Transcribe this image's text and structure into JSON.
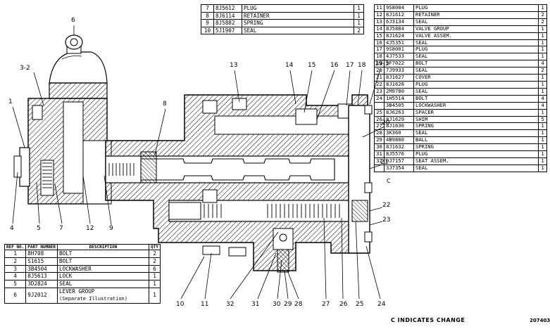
{
  "top_table": [
    {
      "ref": "7",
      "part": "8J5612",
      "desc": "PLUG",
      "qty": "1"
    },
    {
      "ref": "8",
      "part": "8J6114",
      "desc": "RETAINER",
      "qty": "1"
    },
    {
      "ref": "9",
      "part": "8J5882",
      "desc": "SPRING",
      "qty": "1"
    },
    {
      "ref": "10",
      "part": "5J1907",
      "desc": "SEAL",
      "qty": "2"
    }
  ],
  "right_table": [
    {
      "ref": "11",
      "part": "9S8004",
      "desc": "PLUG",
      "qty": "1"
    },
    {
      "ref": "12",
      "part": "8J1612",
      "desc": "RETAINER",
      "qty": "2"
    },
    {
      "ref": "13",
      "part": "6J3134",
      "desc": "SEAL",
      "qty": "2"
    },
    {
      "ref": "14",
      "part": "8J5884",
      "desc": "VALVE GROUP",
      "qty": "1"
    },
    {
      "ref": "15",
      "part": "8J1624",
      "desc": "VALVE ASSEM.",
      "qty": "1"
    },
    {
      "ref": "16",
      "part": "4J5351",
      "desc": "SEAL",
      "qty": "1"
    },
    {
      "ref": "17",
      "part": "9S8001",
      "desc": "PLUG",
      "qty": "1"
    },
    {
      "ref": "18",
      "part": "4J7533",
      "desc": "SEAL",
      "qty": "1"
    },
    {
      "ref": "19",
      "part": "9F7022",
      "desc": "BOLT",
      "qty": "4"
    },
    {
      "ref": "20",
      "part": "7J9933",
      "desc": "SEAL",
      "qty": "2"
    },
    {
      "ref": "21",
      "part": "8J1627",
      "desc": "COVER",
      "qty": "1"
    },
    {
      "ref": "22",
      "part": "8J1628",
      "desc": "PLUG",
      "qty": "1"
    },
    {
      "ref": "23",
      "part": "2M9780",
      "desc": "SEAL",
      "qty": "1"
    },
    {
      "ref": "24",
      "part": "1H5514",
      "desc": "BOLT",
      "qty": "4"
    },
    {
      "ref": "",
      "part": "3B4505",
      "desc": "LOCKWASHER",
      "qty": "4"
    },
    {
      "ref": "25",
      "part": "8J6263",
      "desc": "SPACER",
      "qty": "1"
    },
    {
      "ref": "26",
      "part": "8J1629",
      "desc": "SHIM",
      "qty": "5"
    },
    {
      "ref": "27",
      "part": "8J1630",
      "desc": "SPRING",
      "qty": "1"
    },
    {
      "ref": "28",
      "part": "3K360",
      "desc": "SEAL",
      "qty": "1"
    },
    {
      "ref": "29",
      "part": "4B9880",
      "desc": "BALL",
      "qty": "1"
    },
    {
      "ref": "30",
      "part": "8J1632",
      "desc": "SPRING",
      "qty": "1"
    },
    {
      "ref": "31",
      "part": "8J5576",
      "desc": "PLUG",
      "qty": "1"
    },
    {
      "ref": "32",
      "part": "9J7157",
      "desc": "SEAT ASSEM.",
      "qty": "1"
    },
    {
      "ref": "",
      "part": "3J7354",
      "desc": "SEAL",
      "qty": "1"
    }
  ],
  "left_table": {
    "headers": {
      "ref": "REF NO.",
      "part": "PART NUMBER",
      "desc": "DESCRIPTION",
      "qty": "QTY"
    },
    "rows": [
      {
        "ref": "1",
        "part": "8H708",
        "desc": "BOLT",
        "qty": "2"
      },
      {
        "ref": "2",
        "part": "S1615",
        "desc": "BOLT",
        "qty": "2"
      },
      {
        "ref": "3",
        "part": "3B4504",
        "desc": "LOCKWASHER",
        "qty": "6"
      },
      {
        "ref": "4",
        "part": "8J5613",
        "desc": "LOCK",
        "qty": "1"
      },
      {
        "ref": "5",
        "part": "3D2824",
        "desc": "SEAL",
        "qty": "1"
      },
      {
        "ref": "6",
        "part": "9J2012",
        "desc": "LEVER GROUP",
        "qty": "1"
      }
    ],
    "lever_note": "(Separate Illustration)"
  },
  "callouts": [
    "1",
    "3-2",
    "6",
    "8",
    "13",
    "14",
    "15",
    "16",
    "17",
    "18",
    "19-3",
    "20",
    "21",
    "22",
    "23",
    "24",
    "25",
    "26",
    "27",
    "28",
    "29",
    "30",
    "31",
    "32",
    "11",
    "10",
    "9",
    "12",
    "7",
    "5",
    "4"
  ],
  "change_note": "C INDICATES CHANGE",
  "c_mark": "C",
  "figure_number": "207403"
}
